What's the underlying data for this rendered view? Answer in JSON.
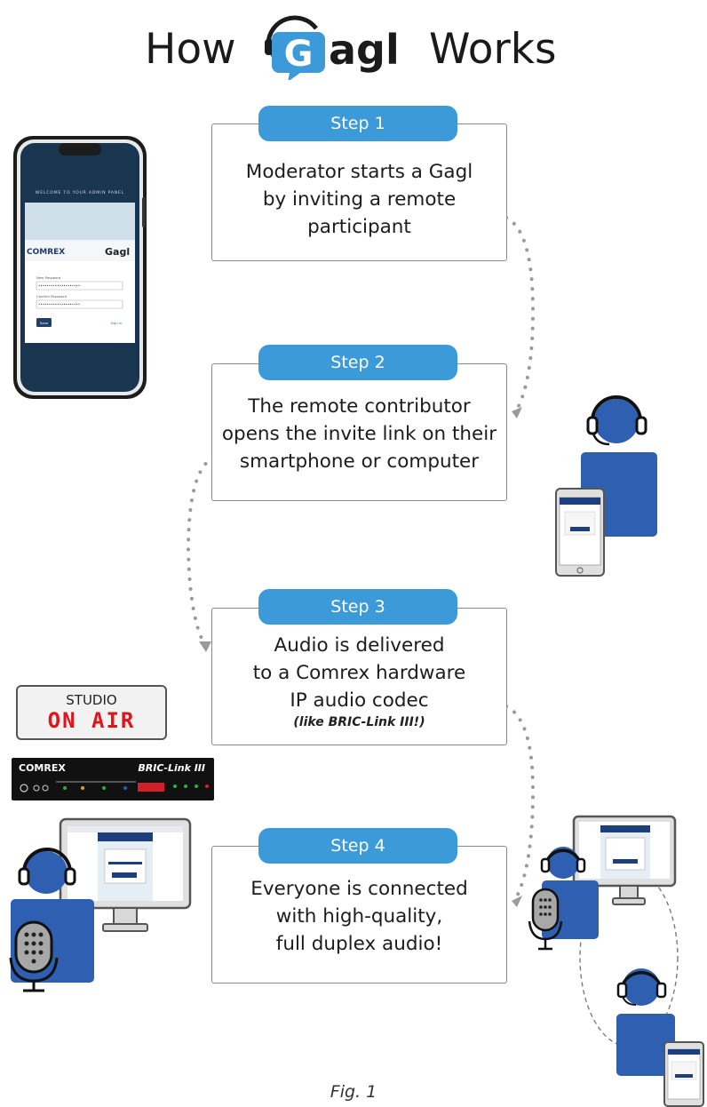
{
  "header": {
    "title_prefix": "How",
    "logo_word": "agl",
    "logo_initial": "G",
    "title_suffix": "Works"
  },
  "steps": [
    {
      "label": "Step 1",
      "lines": [
        "Moderator starts a Gagl",
        "by inviting a remote",
        "participant"
      ]
    },
    {
      "label": "Step 2",
      "lines": [
        "The remote contributor",
        "opens the invite link on their",
        "smartphone or computer"
      ]
    },
    {
      "label": "Step 3",
      "lines": [
        "Audio is delivered",
        "to a Comrex hardware",
        "IP audio codec"
      ],
      "note": "(like BRIC-Link III!)"
    },
    {
      "label": "Step 4",
      "lines": [
        "Everyone is connected",
        "with high-quality,",
        "full duplex audio!"
      ]
    }
  ],
  "phone": {
    "welcome": "WELCOME TO YOUR ADMIN PANEL",
    "brand": "COMREX",
    "logo": "Gagl",
    "field1_label": "New Password",
    "field2_label": "Confirm Password",
    "button": "Save",
    "link": "Sign in"
  },
  "studio_sign": {
    "top": "STUDIO",
    "main": "ON AIR"
  },
  "codec": {
    "brand": "COMREX",
    "model": "BRIC-Link III"
  },
  "caption": "Fig. 1",
  "colors": {
    "accent": "#3d9ad9",
    "person": "#2f5fb0",
    "person_dark": "#1e3f7d",
    "dots": "#9a9a9a",
    "box_border": "#8a8a8a",
    "on_air_red": "#e0141b"
  }
}
